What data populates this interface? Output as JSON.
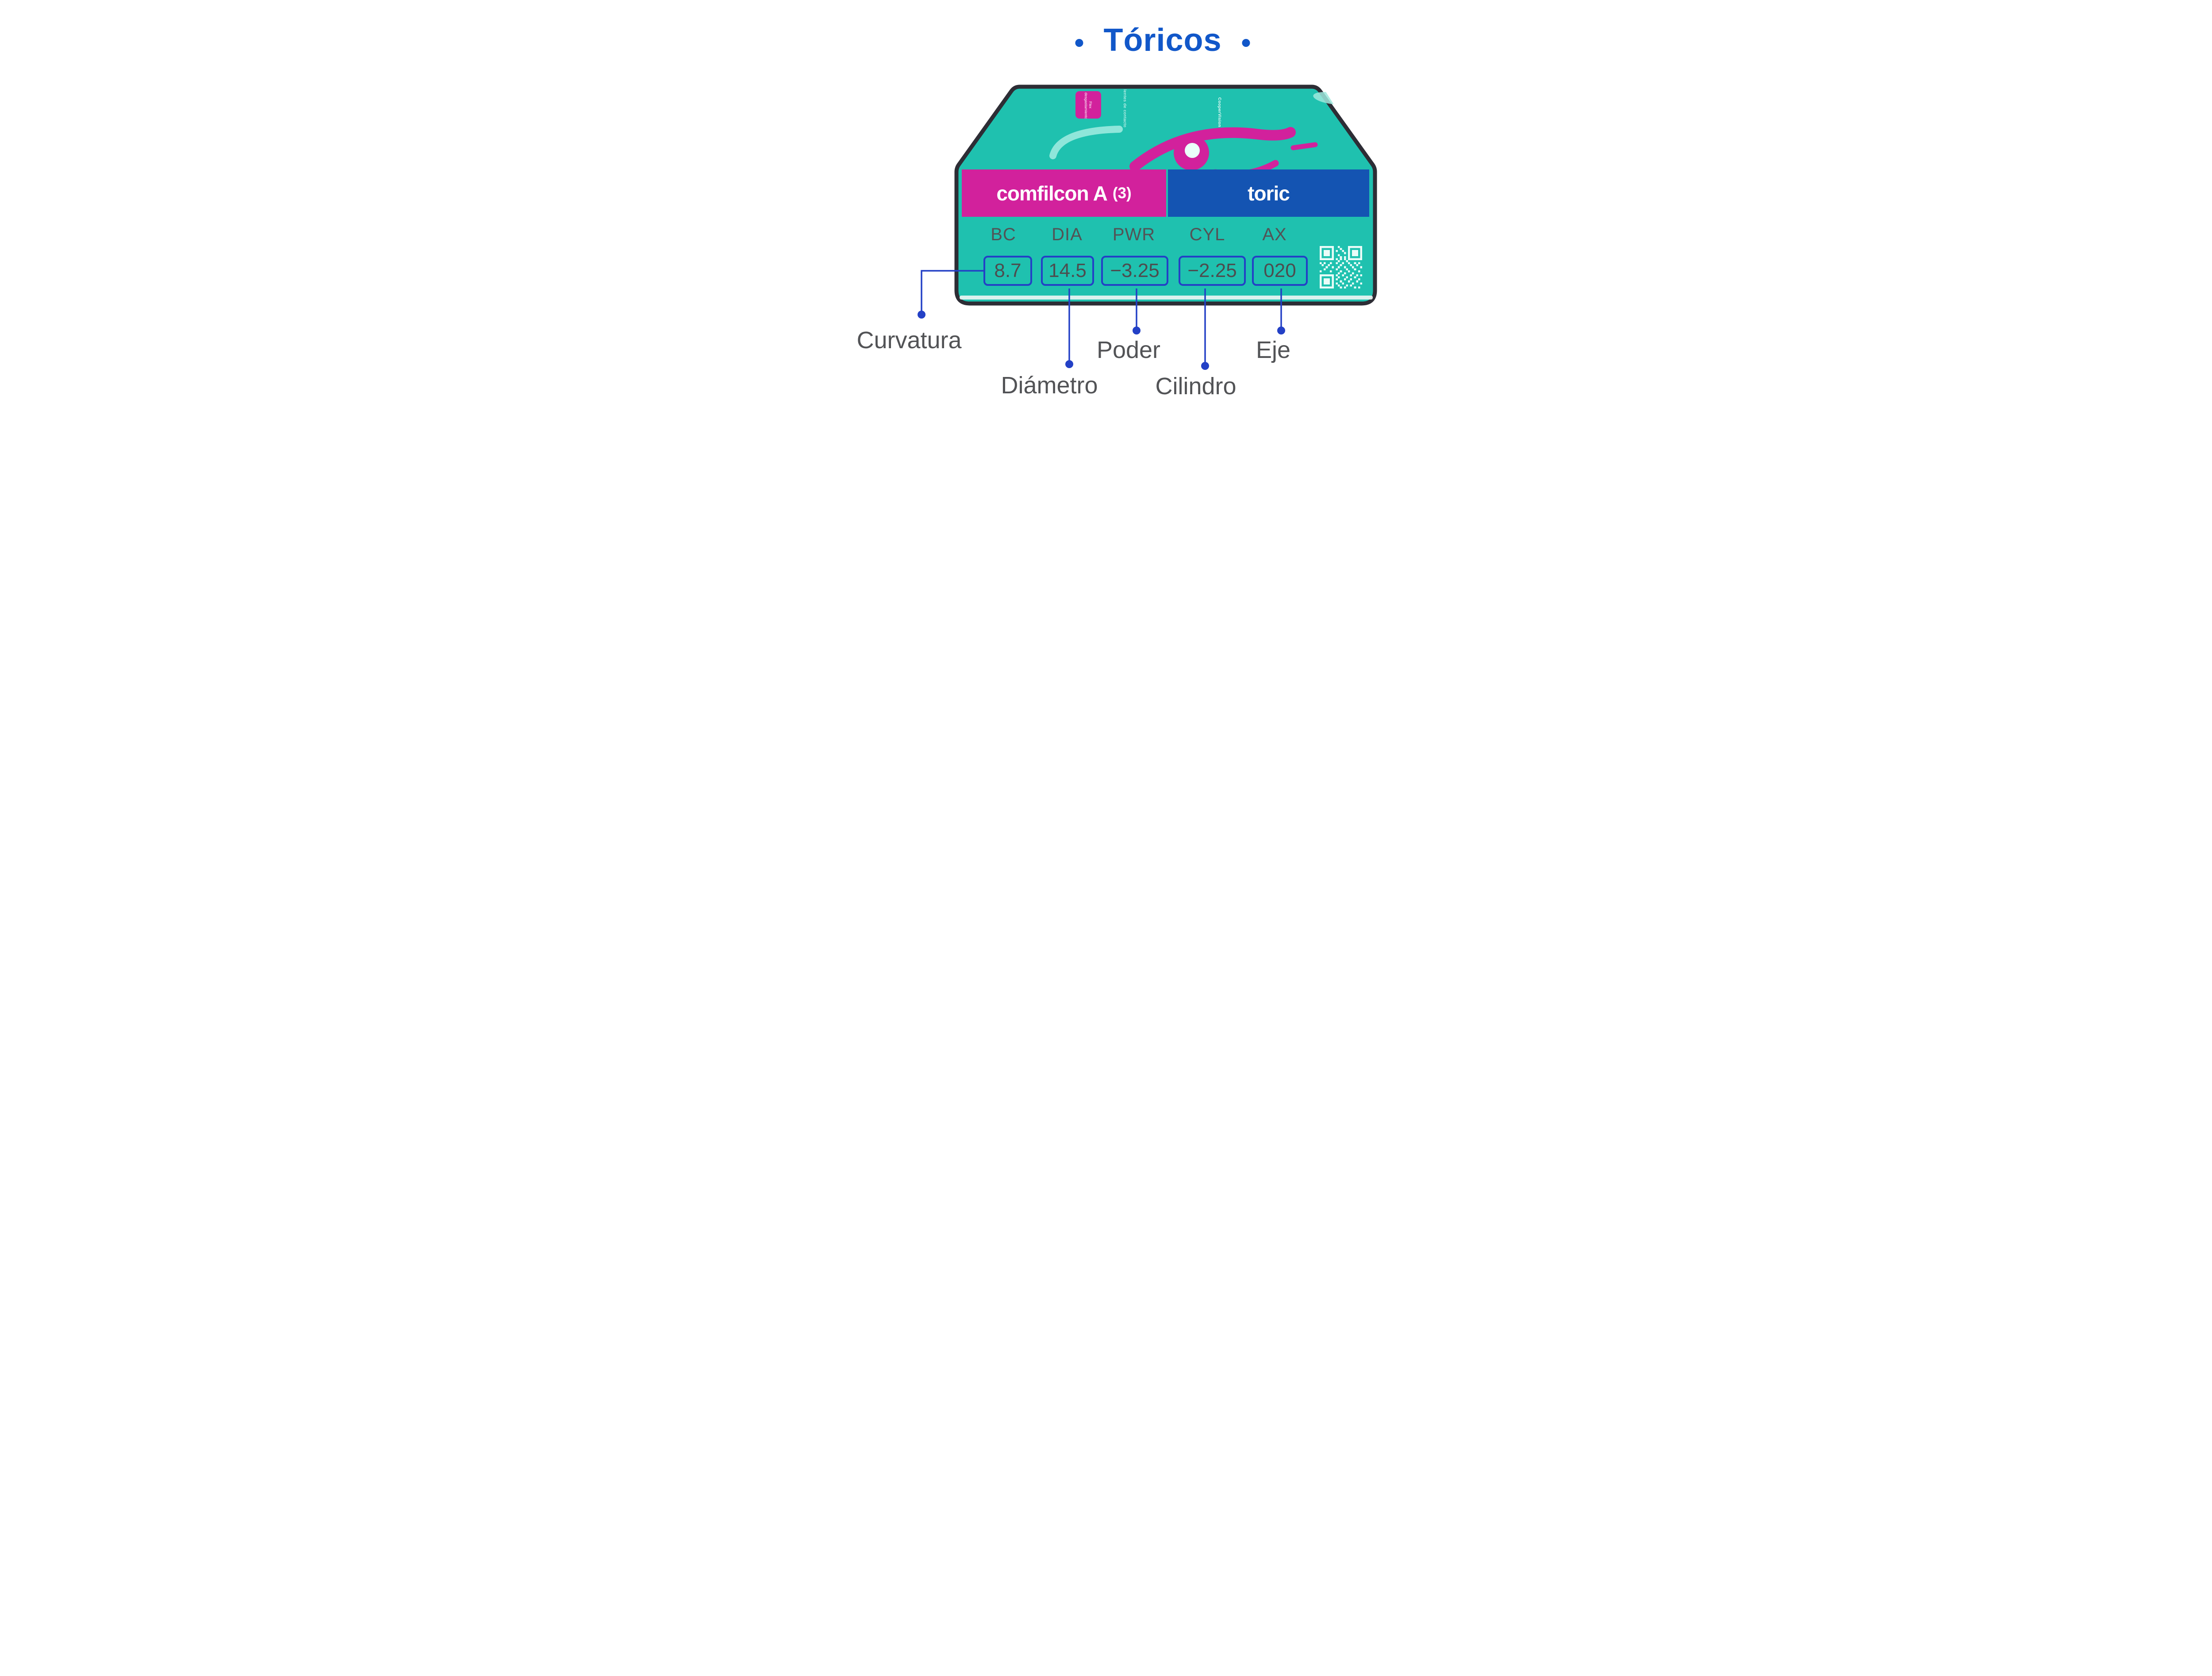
{
  "title": {
    "text": "Tóricos"
  },
  "box": {
    "top_face": {
      "badge_text": "Flex desgastamiento",
      "side_text": "lentes de contacto",
      "brand_text": "CooperVision"
    },
    "material_band": {
      "name": "comfilcon A",
      "count": "(3)"
    },
    "type_band": {
      "name": "toric"
    },
    "params": [
      {
        "code": "BC",
        "value": "8.7"
      },
      {
        "code": "DIA",
        "value": "14.5"
      },
      {
        "code": "PWR",
        "value": "−3.25"
      },
      {
        "code": "CYL",
        "value": "−2.25"
      },
      {
        "code": "AX",
        "value": "020"
      }
    ]
  },
  "callouts": [
    {
      "label": "Curvatura",
      "param": "BC"
    },
    {
      "label": "Diámetro",
      "param": "DIA"
    },
    {
      "label": "Poder",
      "param": "PWR"
    },
    {
      "label": "Cilindro",
      "param": "CYL"
    },
    {
      "label": "Eje",
      "param": "AX"
    }
  ],
  "colors": {
    "teal": "#1fc1af",
    "magenta": "#d2219c",
    "band_blue": "#1454b2",
    "title_blue": "#1157c9",
    "callout_blue": "#2340c6",
    "text_gray": "#525356",
    "outline_dark": "#2d2d35"
  }
}
